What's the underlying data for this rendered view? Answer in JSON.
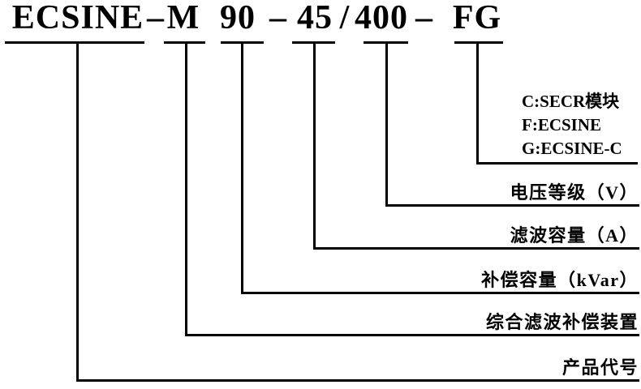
{
  "page": {
    "background": "#ffffff",
    "line_color": "#000000",
    "text_color": "#000000"
  },
  "model_code": {
    "full": "ECSINE – M 90 – 45 / 400 – FG",
    "tokens": [
      "ECSINE",
      "–",
      "M",
      "90",
      "–",
      "45",
      "/",
      "400",
      "–",
      "FG"
    ]
  },
  "callouts": {
    "suffix": {
      "for_token": "FG",
      "lines": [
        "C:SECR模块",
        "F:ECSINE",
        "G:ECSINE-C"
      ]
    },
    "voltage": {
      "for_token": "400",
      "label": "电压等级（V）"
    },
    "filter": {
      "for_token": "45",
      "label": "滤波容量（A）"
    },
    "compensation": {
      "for_token": "90",
      "label": "补偿容量（kVar）"
    },
    "device": {
      "for_token": "M",
      "label": "综合滤波补偿装置"
    },
    "product": {
      "for_token": "ECSINE",
      "label": "产品代号"
    }
  }
}
